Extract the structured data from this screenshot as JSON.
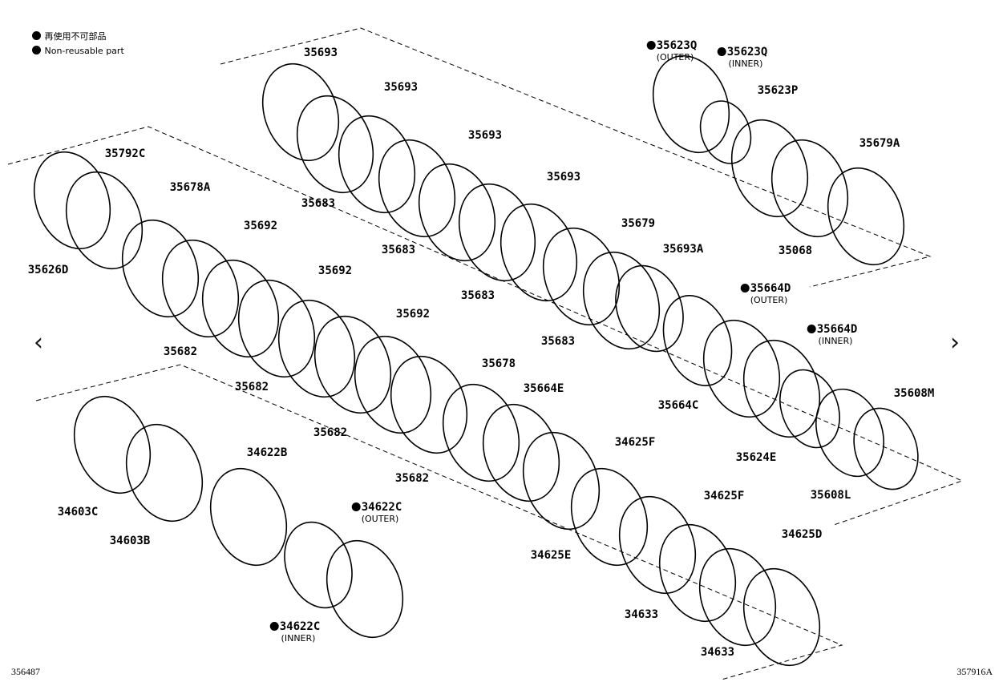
{
  "legend": {
    "jp": "再使用不可部品",
    "en": "Non-reusable part"
  },
  "parts": {
    "p35693a": "35693",
    "p35693b": "35693",
    "p35693c": "35693",
    "p35693d": "35693",
    "p35683a": "35683",
    "p35683b": "35683",
    "p35683c": "35683",
    "p35683d": "35683",
    "p35679": "35679",
    "p35693A": "35693A",
    "p35792C": "35792C",
    "p35678A": "35678A",
    "p35626D": "35626D",
    "p35692a": "35692",
    "p35692b": "35692",
    "p35692c": "35692",
    "p35682a": "35682",
    "p35682b": "35682",
    "p35682c": "35682",
    "p35682d": "35682",
    "p35678": "35678",
    "p35664E": "35664E",
    "p34625Fa": "34625F",
    "p34625Fb": "34625F",
    "p34625E": "34625E",
    "p34625D": "34625D",
    "p34633a": "34633",
    "p34633b": "34633",
    "p34622B": "34622B",
    "p34603C": "34603C",
    "p34603B": "34603B",
    "p34622Co": "34622C",
    "p34622Ci": "34622C",
    "p35664Do": "35664D",
    "p35664Di": "35664D",
    "p35664C": "35664C",
    "p35624E": "35624E",
    "p35608M": "35608M",
    "p35608L": "35608L",
    "p35623Qo": "35623Q",
    "p35623Qi": "35623Q",
    "p35623P": "35623P",
    "p35679A": "35679A",
    "p35068": "35068"
  },
  "qualifiers": {
    "outer": "(OUTER)",
    "inner": "(INNER)"
  },
  "figure_ids": {
    "left": "356487",
    "right": "357916A"
  },
  "nav": {
    "prev": "‹",
    "next": "›"
  }
}
